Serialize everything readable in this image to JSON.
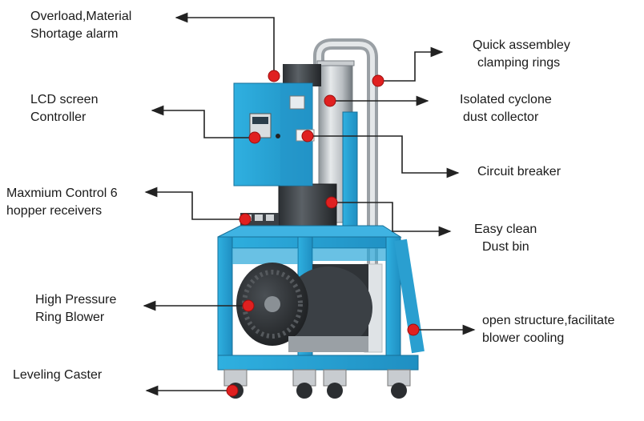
{
  "labels": {
    "overload": [
      "Overload,Material",
      "Shortage alarm"
    ],
    "lcd": [
      "LCD screen",
      "Controller"
    ],
    "hopper": [
      "Maxmium Control 6",
      "hopper receivers"
    ],
    "blower": [
      "High Pressure",
      "Ring Blower"
    ],
    "caster": [
      "Leveling Caster"
    ],
    "clamping": [
      "Quick assembley",
      "clamping rings"
    ],
    "cyclone": [
      "Isolated cyclone",
      "dust collector"
    ],
    "breaker": [
      "Circuit breaker"
    ],
    "dustbin": [
      "Easy clean",
      "Dust bin"
    ],
    "cooling": [
      "open structure,facilitate",
      "blower cooling"
    ]
  },
  "colors": {
    "frame": "#2a9fd0",
    "frame_dark": "#1b7aa6",
    "steel": "#b9bec2",
    "steel_dark": "#6f767b",
    "blower": "#2b2e31",
    "marker": "#e02020",
    "line": "#222222"
  },
  "icons": {
    "marker": "red-dot-marker",
    "pointer": "arrow-pointer"
  }
}
